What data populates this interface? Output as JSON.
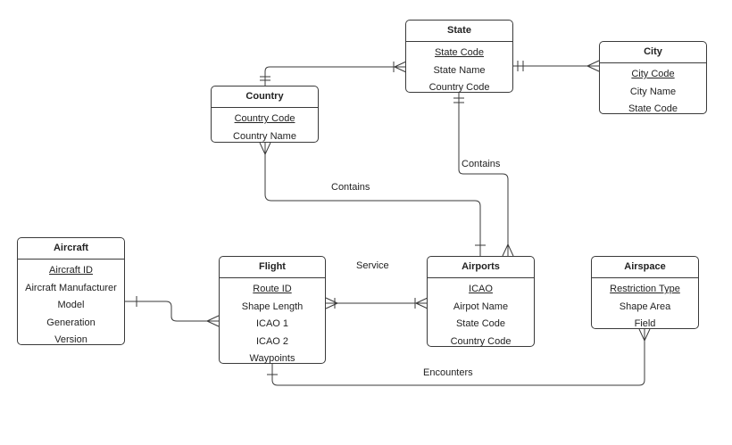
{
  "entities": {
    "state": {
      "title": "State",
      "attributes": [
        {
          "name": "State Code",
          "pk": true
        },
        {
          "name": "State Name",
          "pk": false
        },
        {
          "name": "Country Code",
          "pk": false
        }
      ]
    },
    "city": {
      "title": "City",
      "attributes": [
        {
          "name": "City Code",
          "pk": true
        },
        {
          "name": "City Name",
          "pk": false
        },
        {
          "name": "State Code",
          "pk": false
        }
      ]
    },
    "country": {
      "title": "Country",
      "attributes": [
        {
          "name": "Country Code",
          "pk": true
        },
        {
          "name": "Country Name",
          "pk": false
        }
      ]
    },
    "aircraft": {
      "title": "Aircraft",
      "attributes": [
        {
          "name": "Aircraft ID",
          "pk": true
        },
        {
          "name": "Aircraft Manufacturer",
          "pk": false
        },
        {
          "name": "Model",
          "pk": false
        },
        {
          "name": "Generation",
          "pk": false
        },
        {
          "name": "Version",
          "pk": false
        }
      ]
    },
    "flight": {
      "title": "Flight",
      "attributes": [
        {
          "name": "Route ID",
          "pk": true
        },
        {
          "name": "Shape Length",
          "pk": false
        },
        {
          "name": "ICAO 1",
          "pk": false
        },
        {
          "name": "ICAO 2",
          "pk": false
        },
        {
          "name": "Waypoints",
          "pk": false
        }
      ]
    },
    "airports": {
      "title": "Airports",
      "attributes": [
        {
          "name": "ICAO",
          "pk": true
        },
        {
          "name": "Airpot Name",
          "pk": false
        },
        {
          "name": "State Code",
          "pk": false
        },
        {
          "name": "Country Code",
          "pk": false
        }
      ]
    },
    "airspace": {
      "title": "Airspace",
      "attributes": [
        {
          "name": "Restriction Type",
          "pk": true
        },
        {
          "name": "Shape Area",
          "pk": false
        },
        {
          "name": "Field",
          "pk": false
        }
      ]
    }
  },
  "relationship_labels": {
    "country_airports": "Contains",
    "state_airports": "Contains",
    "flight_airports": "Service",
    "flight_airspace": "Encounters"
  },
  "colors": {
    "line": "#3a3a3a",
    "border": "#3a3a3a",
    "background": "#ffffff"
  }
}
